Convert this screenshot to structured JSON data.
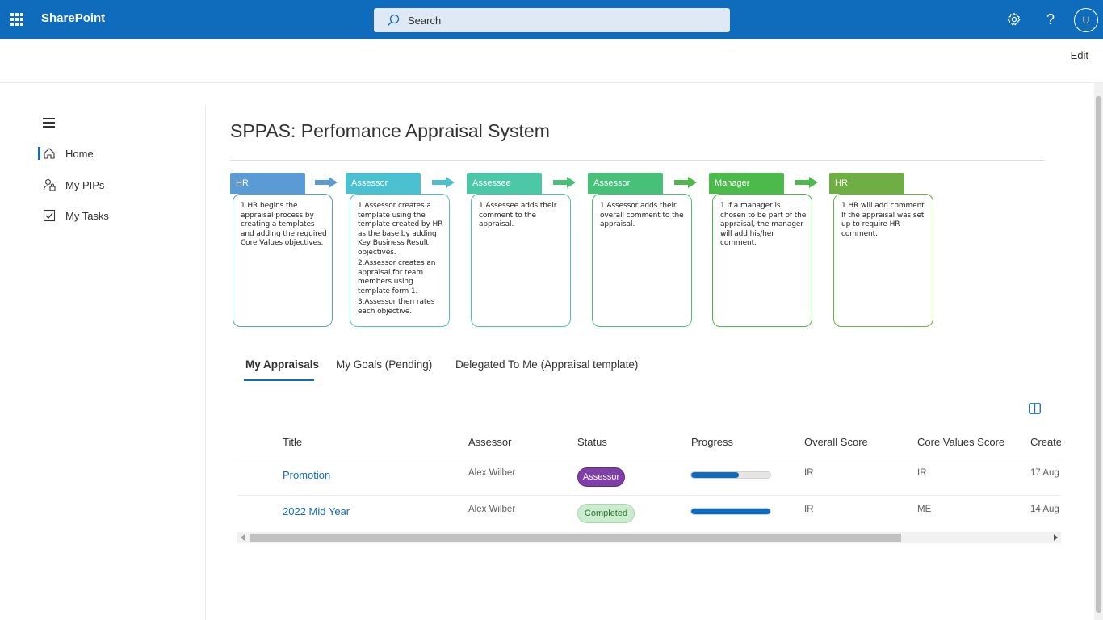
{
  "suitebar": {
    "brand": "SharePoint",
    "search_placeholder": "Search",
    "avatar_initial": "U",
    "color": "#0f6cbd"
  },
  "command": {
    "edit_label": "Edit"
  },
  "nav": {
    "items": [
      {
        "label": "Home",
        "icon": "home-icon",
        "selected": true
      },
      {
        "label": "My PIPs",
        "icon": "person-lock-icon",
        "selected": false
      },
      {
        "label": "My Tasks",
        "icon": "checkbox-icon",
        "selected": false
      }
    ]
  },
  "page": {
    "title": "SPPAS: Perfomance Appraisal System"
  },
  "process": {
    "steps": [
      {
        "role": "HR",
        "color": "#5b9bd5",
        "lines": [
          "1.HR begins the appraisal process by creating a templates and adding the required Core Values objectives."
        ]
      },
      {
        "role": "Assessor",
        "color": "#4bc0d0",
        "lines": [
          "1.Assessor creates a template using the template created by HR as the base by adding Key Business Result objectives.",
          "2.Assessor creates an appraisal for team members using template form 1.",
          "3.Assessor then rates each objective."
        ]
      },
      {
        "role": "Assessee",
        "color": "#4cc7a8",
        "lines": [
          "1.Assessee adds their comment to the appraisal."
        ]
      },
      {
        "role": "Assessor",
        "color": "#48c07a",
        "lines": [
          "1.Assessor adds their overall comment to the appraisal."
        ]
      },
      {
        "role": "Manager",
        "color": "#4cba4b",
        "lines": [
          "1.If a manager is chosen to be part of the appraisal, the manager will add his/her comment."
        ]
      },
      {
        "role": "HR",
        "color": "#6fae45",
        "lines": [
          "1.HR will add comment If the appraisal was set up to require HR comment."
        ]
      }
    ]
  },
  "tabs": [
    {
      "label": "My Appraisals",
      "active": true
    },
    {
      "label": "My Goals (Pending)",
      "active": false
    },
    {
      "label": "Delegated To Me (Appraisal template)",
      "active": false
    }
  ],
  "table": {
    "headers": [
      "Title",
      "Assessor",
      "Status",
      "Progress",
      "Overall Score",
      "Core Values Score",
      "Create"
    ],
    "rows": [
      {
        "title": "Promotion",
        "assessor": "Alex Wilber",
        "status": "Assessor",
        "status_kind": "assessor",
        "progress": 0.6,
        "overall": "IR",
        "core": "IR",
        "created": "17 Aug"
      },
      {
        "title": "2022 Mid Year",
        "assessor": "Alex Wilber",
        "status": "Completed",
        "status_kind": "completed",
        "progress": 1.0,
        "overall": "IR",
        "core": "ME",
        "created": "14 Aug"
      }
    ]
  }
}
